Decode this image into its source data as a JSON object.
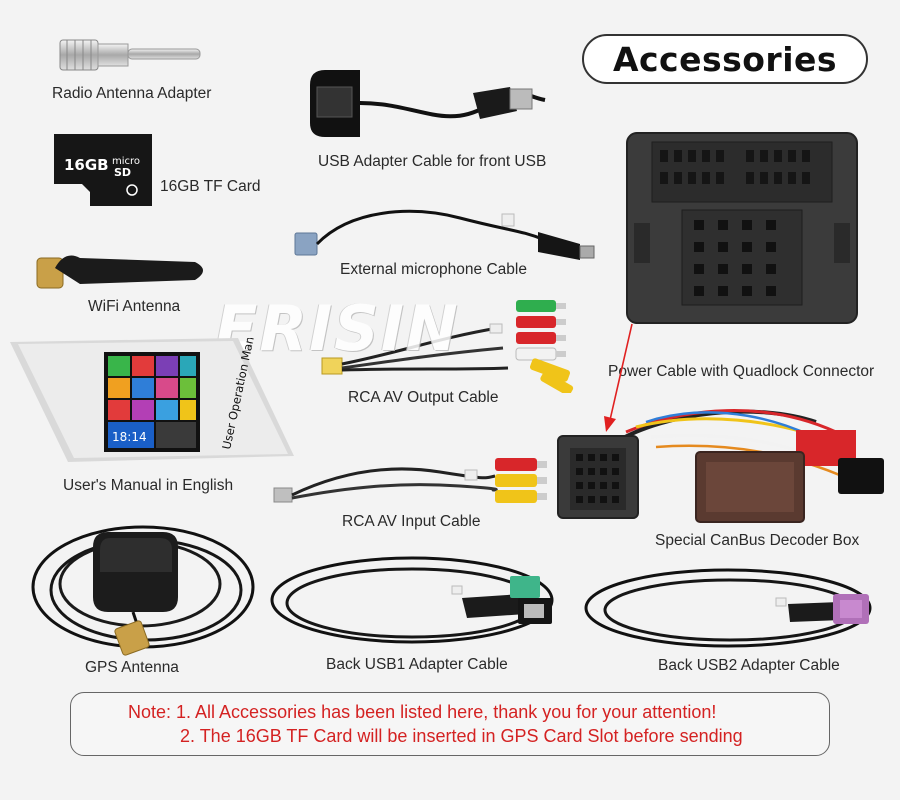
{
  "header": {
    "title": "Accessories"
  },
  "brand": {
    "watermark": "ERISIN"
  },
  "items": {
    "radio_antenna_adapter": "Radio Antenna Adapter",
    "usb_adapter_front": "USB Adapter Cable for front USB",
    "tf_card": "16GB TF Card",
    "tf_card_capacity": "16GB",
    "tf_card_brand": "micro",
    "tf_card_type": "SD",
    "microphone_cable": "External microphone Cable",
    "wifi_antenna": "WiFi Antenna",
    "power_cable": "Power Cable with Quadlock Connector",
    "rca_av_output": "RCA AV Output Cable",
    "users_manual": "User's Manual in English",
    "manual_cover_text": "User Operation Manual",
    "manual_screen_time": "18:14",
    "rca_av_input": "RCA AV Input Cable",
    "canbus_decoder": "Special CanBus Decoder Box",
    "gps_antenna": "GPS Antenna",
    "back_usb1": "Back USB1 Adapter Cable",
    "back_usb2": "Back USB2 Adapter Cable"
  },
  "note": {
    "line1": "Note: 1. All Accessories has been listed here, thank you for your attention!",
    "line2": "2. The 16GB TF Card will be inserted in GPS Card Slot before sending"
  },
  "colors": {
    "note_text": "#d42222",
    "arrow": "#e02020",
    "rca_red": "#d8262a",
    "rca_yellow": "#f0c419",
    "rca_white": "#f2f2f2",
    "connector_gray": "#4a4a4a"
  }
}
